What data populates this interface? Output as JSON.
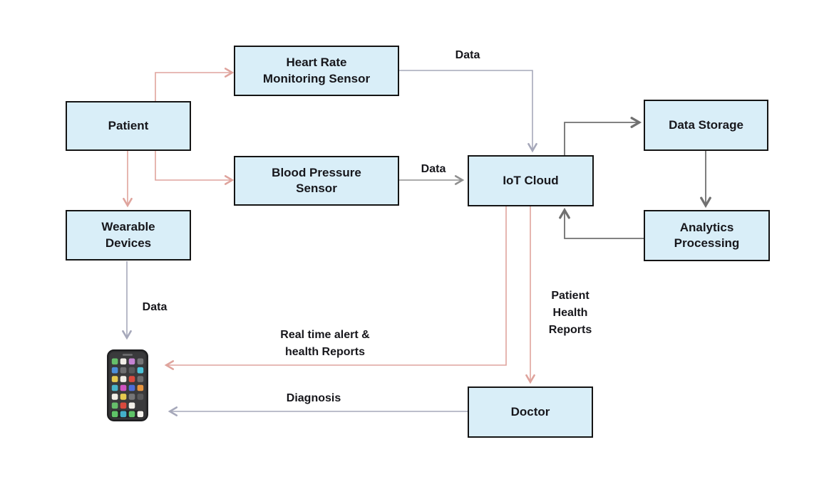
{
  "diagram": {
    "description": "IoT healthcare monitoring system flow diagram",
    "nodes": [
      {
        "id": "patient",
        "label": "Patient"
      },
      {
        "id": "heart-rate-sensor",
        "label": "Heart Rate\nMonitoring Sensor"
      },
      {
        "id": "blood-pressure-sensor",
        "label": "Blood Pressure\nSensor"
      },
      {
        "id": "wearable-devices",
        "label": "Wearable\nDevices"
      },
      {
        "id": "iot-cloud",
        "label": "IoT Cloud"
      },
      {
        "id": "data-storage",
        "label": "Data Storage"
      },
      {
        "id": "analytics-processing",
        "label": "Analytics\nProcessing"
      },
      {
        "id": "doctor",
        "label": "Doctor"
      },
      {
        "id": "patient-smartphone",
        "label": "",
        "icon": "smartphone-icon"
      }
    ],
    "edge_labels": {
      "heart_rate_to_cloud": "Data",
      "blood_pressure_to_cloud": "Data",
      "wearable_to_phone": "Data",
      "cloud_to_doctor": "Patient\nHealth\nReports",
      "cloud_to_phone": "Real time alert &\nhealth Reports",
      "doctor_to_phone": "Diagnosis"
    },
    "colors": {
      "background": "#ffffff",
      "node_fill": "#d9eef8",
      "node_border": "#141414",
      "text": "#17171c",
      "arrow_pink": "#dfa49d",
      "arrow_lavender": "#a6a8ba",
      "arrow_gray": "#8f8f8f",
      "arrow_dark_gray": "#707070"
    }
  }
}
